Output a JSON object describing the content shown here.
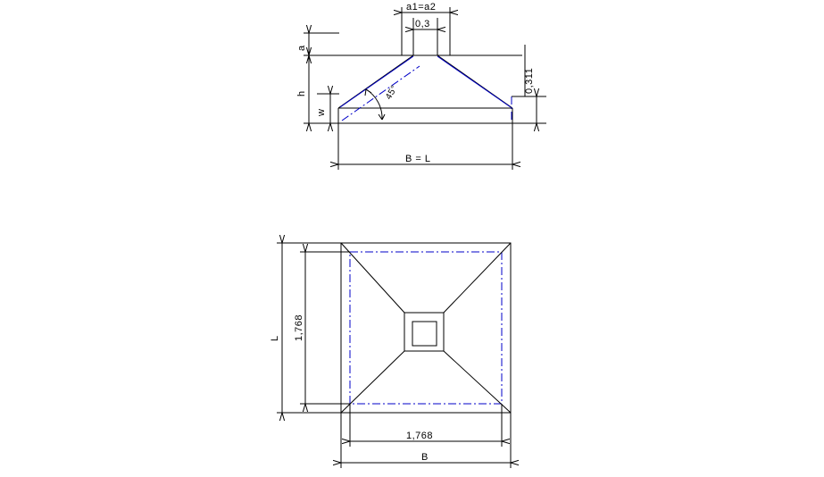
{
  "drawing": {
    "title": "Isolated square footing detail",
    "background_color": "#ffffff",
    "line_color": "#000000",
    "hidden_line_color": "#0000c8",
    "views": [
      {
        "name": "elevation",
        "labels": {
          "column_width_upper": "a1=a2",
          "column_width_lower": "0,3",
          "pedestal_height": "a",
          "total_height": "h",
          "toe_thickness": "w",
          "edge_thickness": "0,311",
          "slope_angle": "45°",
          "base_width": "B = L"
        }
      },
      {
        "name": "plan",
        "labels": {
          "length_symbol": "L",
          "length_value": "1,768",
          "width_value": "1,768",
          "width_symbol": "B"
        }
      }
    ]
  },
  "chart_data": {
    "type": "table",
    "title": "Isolated square footing dimensions",
    "categories": [
      "a1=a2",
      "0,3",
      "a",
      "h",
      "w",
      "0,311",
      "45°",
      "B = L",
      "L",
      "1,768",
      "1,768",
      "B"
    ],
    "values": [
      0.3,
      0.3,
      null,
      null,
      null,
      0.311,
      45,
      1.768,
      1.768,
      1.768,
      1.768,
      1.768
    ]
  }
}
